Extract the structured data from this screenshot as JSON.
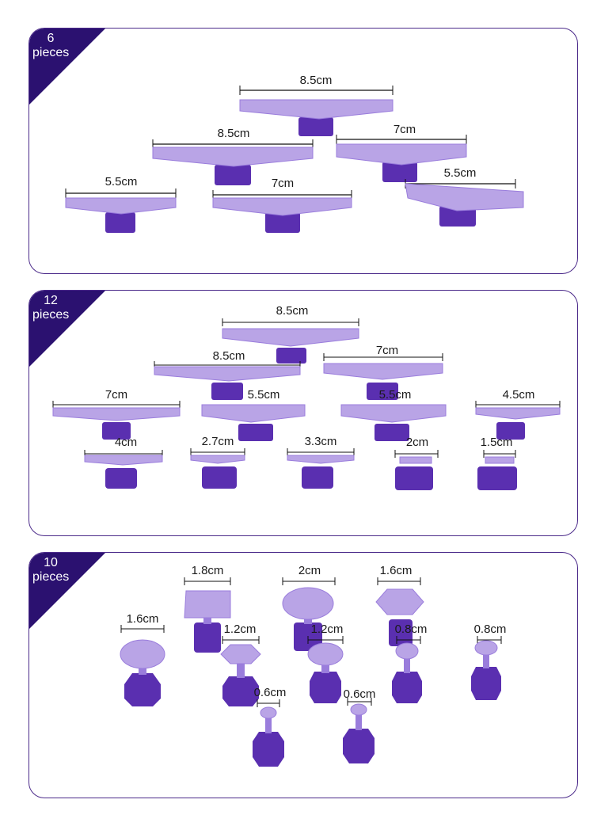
{
  "colors": {
    "border": "#4b2a8a",
    "badge": "#2b1170",
    "tab_light": "#b9a4e6",
    "tab_mid": "#9a7ddc",
    "base_dark": "#5a2fb0"
  },
  "panels": [
    {
      "badge": {
        "count": "6",
        "unit": "pieces"
      },
      "labels": [
        "8.5cm",
        "8.5cm",
        "7cm",
        "5.5cm",
        "7cm",
        "5.5cm"
      ]
    },
    {
      "badge": {
        "count": "12",
        "unit": "pieces"
      },
      "labels": [
        "8.5cm",
        "8.5cm",
        "7cm",
        "7cm",
        "5.5cm",
        "5.5cm",
        "4.5cm",
        "4cm",
        "2.7cm",
        "3.3cm",
        "2cm",
        "1.5cm"
      ]
    },
    {
      "badge": {
        "count": "10",
        "unit": "pieces"
      },
      "labels": [
        "1.8cm",
        "2cm",
        "1.6cm",
        "1.6cm",
        "1.2cm",
        "1.2cm",
        "0.8cm",
        "0.8cm",
        "0.6cm",
        "0.6cm"
      ]
    }
  ]
}
